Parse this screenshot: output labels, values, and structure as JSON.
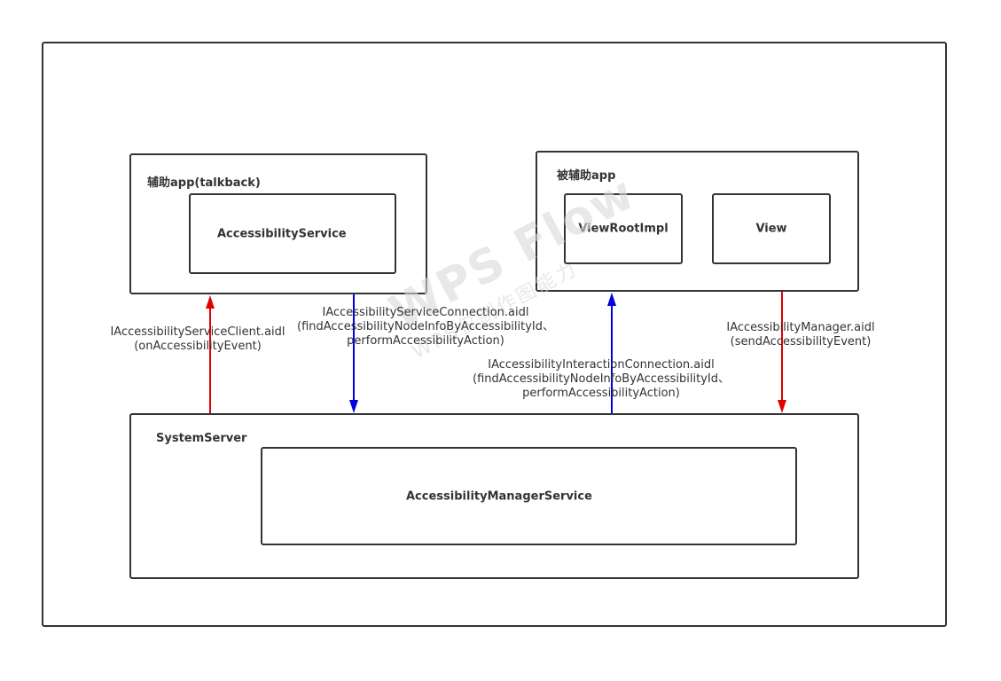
{
  "diagram": {
    "nodes": {
      "assist_app": {
        "title": "辅助app(talkback)"
      },
      "accessibility_service": {
        "label": "AccessibilityService"
      },
      "assisted_app": {
        "title": "被辅助app"
      },
      "view_root_impl": {
        "label": "ViewRootImpl"
      },
      "view": {
        "label": "View"
      },
      "system_server": {
        "title": "SystemServer"
      },
      "ams": {
        "label": "AccessibilityManagerService"
      }
    },
    "edges": {
      "service_client": {
        "line1": "IAccessibilityServiceClient.aidl",
        "line2": "(onAccessibilityEvent)",
        "color": "#e00000"
      },
      "service_connection": {
        "line1": "IAccessibilityServiceConnection.aidl",
        "line2": "(findAccessibilityNodeInfoByAccessibilityId、",
        "line3": "performAccessibilityAction)",
        "color": "#0000e0"
      },
      "interaction_connection": {
        "line1": "IAccessibilityInteractionConnection.aidl",
        "line2": "(findAccessibilityNodeInfoByAccessibilityId、",
        "line3": "performAccessibilityAction)",
        "color": "#0000e0"
      },
      "accessibility_manager": {
        "line1": "IAccessibilityManager.aidl",
        "line2": "(sendAccessibilityEvent)",
        "color": "#e00000"
      }
    },
    "watermark": {
      "main": "WPS Flow",
      "sub": "WPS仅制作图能力"
    }
  }
}
